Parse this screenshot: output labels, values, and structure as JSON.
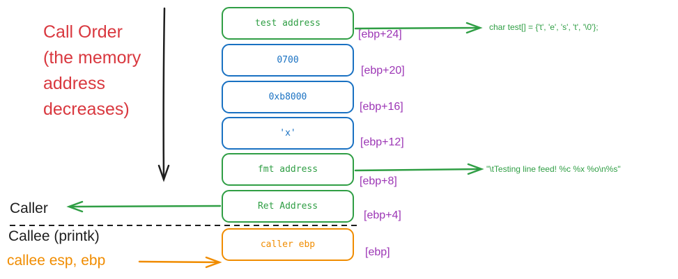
{
  "call_order": {
    "lines": [
      "Call Order",
      "(the memory",
      "address",
      "decreases)"
    ]
  },
  "stack": {
    "frames": [
      {
        "label": "test address",
        "offset": "[ebp+24]",
        "color": "#2f9e44"
      },
      {
        "label": "0700",
        "offset": "[ebp+20]",
        "color": "#1971c2"
      },
      {
        "label": "0xb8000",
        "offset": "[ebp+16]",
        "color": "#1971c2"
      },
      {
        "label": "'x'",
        "offset": "[ebp+12]",
        "color": "#1971c2"
      },
      {
        "label": "fmt address",
        "offset": "[ebp+8]",
        "color": "#2f9e44"
      },
      {
        "label": "Ret Address",
        "offset": "[ebp+4]",
        "color": "#2f9e44"
      },
      {
        "label": "caller ebp",
        "offset": "[ebp]",
        "color": "#f08c00"
      }
    ]
  },
  "annotations": {
    "test_value": "char test[] = {'t', 'e', 's', 't', '\\0'};",
    "fmt_value": "\"\\tTesting line feed! %c %x %o\\n%s\""
  },
  "sides": {
    "caller": "Caller",
    "callee": "Callee (printk)",
    "callee_regs": "callee esp, ebp"
  },
  "colors": {
    "title": "#d9383f",
    "offset": "#9c36b5",
    "green": "#2f9e44",
    "blue": "#1971c2",
    "orange": "#f08c00"
  }
}
